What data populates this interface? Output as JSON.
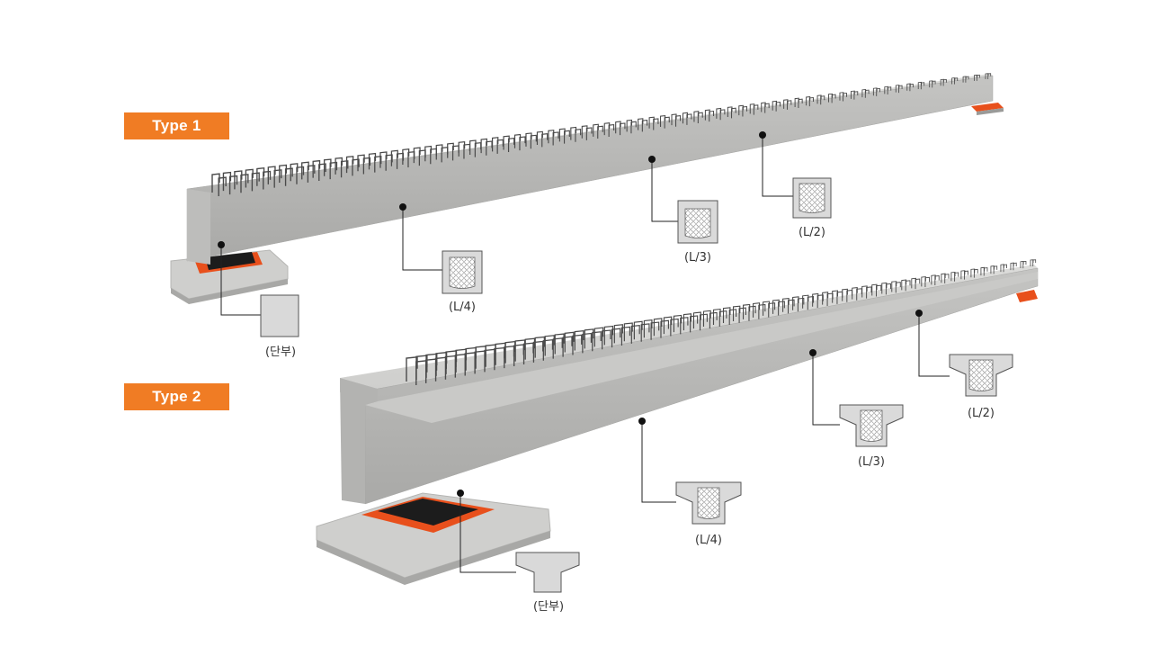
{
  "colors": {
    "accent": "#f07c24",
    "concrete": "#b9b9b7",
    "bearing": "#e8501c",
    "rebar": "#4a4a4a"
  },
  "type1": {
    "label": "Type 1",
    "sections": [
      {
        "label": "(단부)",
        "shape": "solid-rect"
      },
      {
        "label": "(L/4)",
        "shape": "hollow-u"
      },
      {
        "label": "(L/3)",
        "shape": "hollow-u"
      },
      {
        "label": "(L/2)",
        "shape": "hollow-u"
      }
    ]
  },
  "type2": {
    "label": "Type 2",
    "sections": [
      {
        "label": "(단부)",
        "shape": "solid-t"
      },
      {
        "label": "(L/4)",
        "shape": "hollow-t"
      },
      {
        "label": "(L/3)",
        "shape": "hollow-t"
      },
      {
        "label": "(L/2)",
        "shape": "hollow-t"
      }
    ]
  }
}
